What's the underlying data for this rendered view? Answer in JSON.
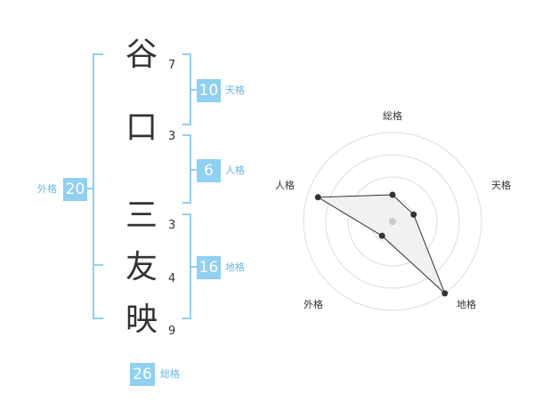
{
  "name": {
    "chars": [
      {
        "char": "谷",
        "strokes": "7"
      },
      {
        "char": "口",
        "strokes": "3"
      },
      {
        "char": "三",
        "strokes": "3"
      },
      {
        "char": "友",
        "strokes": "4"
      },
      {
        "char": "映",
        "strokes": "9"
      }
    ]
  },
  "kaku": {
    "tenkaku": {
      "value": "10",
      "label": "天格"
    },
    "jinkaku": {
      "value": "6",
      "label": "人格"
    },
    "chikaku": {
      "value": "16",
      "label": "地格"
    },
    "gaikaku": {
      "value": "20",
      "label": "外格"
    },
    "soukaku": {
      "value": "26",
      "label": "総格"
    }
  },
  "colors": {
    "bracket": "#8fd0f3",
    "badge_bg": "#8fd0f3",
    "badge_label": "#65b8e6",
    "radar_fill": "#eeeeee"
  },
  "chart_data": {
    "type": "radar",
    "axes": [
      "総格",
      "天格",
      "地格",
      "外格",
      "人格"
    ],
    "values": [
      0.3,
      0.25,
      1.0,
      0.2,
      0.88
    ],
    "max": 1.0,
    "rings": 4
  }
}
